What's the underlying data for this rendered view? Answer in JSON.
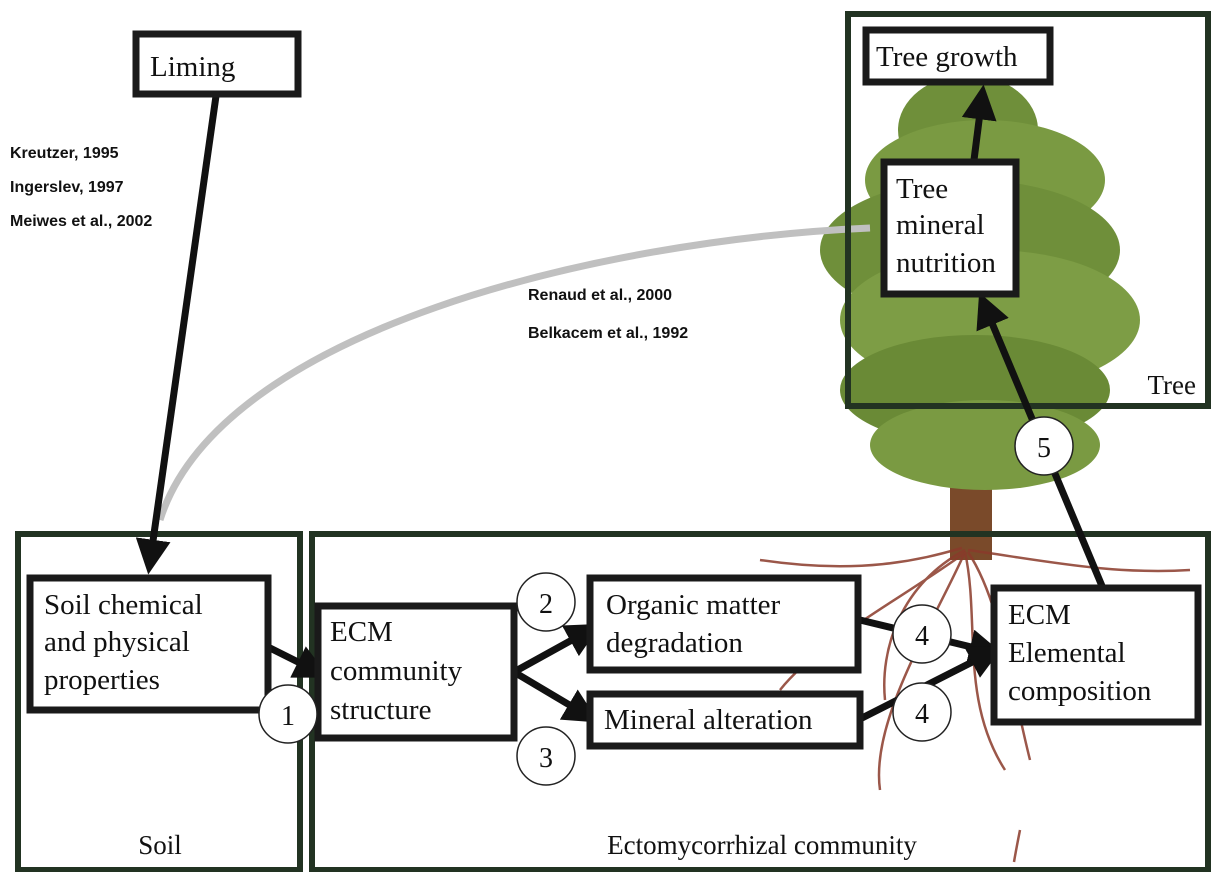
{
  "boxes": {
    "liming": "Liming",
    "tree_growth": "Tree growth",
    "tree_mineral": [
      "Tree",
      "mineral",
      "nutrition"
    ],
    "soil_props": [
      "Soil chemical",
      "and physical",
      "properties"
    ],
    "ecm_structure": [
      "ECM",
      "community",
      "structure"
    ],
    "organic_matter": [
      "Organic matter",
      "degradation"
    ],
    "mineral_alteration": "Mineral alteration",
    "ecm_elemental": [
      "ECM",
      "Elemental",
      "composition"
    ]
  },
  "regions": {
    "tree": "Tree",
    "soil": "Soil",
    "ecm_community": "Ectomycorrhizal community"
  },
  "references": {
    "liming": [
      "Kreutzer, 1995",
      "Ingerslev, 1997",
      "Meiwes et al., 2002"
    ],
    "nutrition": [
      "Renaud et al., 2000",
      "Belkacem et al., 1992"
    ]
  },
  "steps": {
    "s1": "1",
    "s2": "2",
    "s3": "3",
    "s4a": "4",
    "s4b": "4",
    "s5": "5"
  },
  "colors": {
    "tree_foliage": "#6f8f3a",
    "tree_trunk": "#7a4a2a",
    "roots": "#8a3a2a",
    "feedback_arc": "#c0c0c0"
  }
}
